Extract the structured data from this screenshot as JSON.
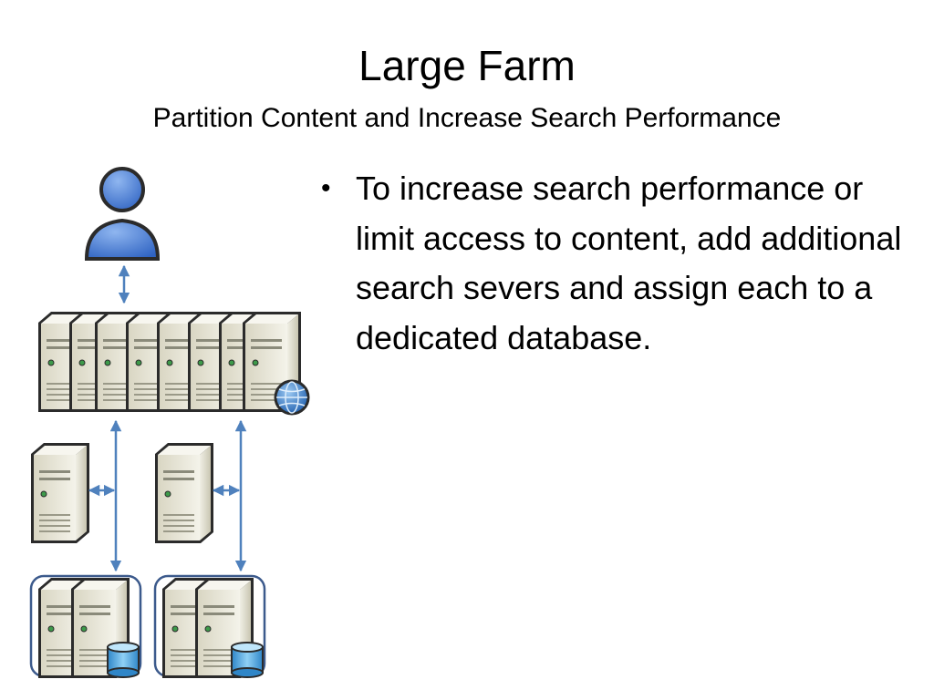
{
  "slide": {
    "title": "Large Farm",
    "subtitle": "Partition Content and Increase Search Performance",
    "bullets": [
      "To increase search performance or limit access to content, add additional search severs and assign each to a dedicated database."
    ]
  },
  "diagram": {
    "user_icon": "user-icon",
    "web_server_count": 8,
    "search_server_count": 2,
    "database_group_count": 2,
    "colors": {
      "connector": "#4f81bd",
      "server_body": "#ecebdc",
      "server_outline": "#2b2b2b",
      "group_outline": "#3c5a8c",
      "user": "#3f7ad9",
      "database": "#4aa3df"
    }
  }
}
